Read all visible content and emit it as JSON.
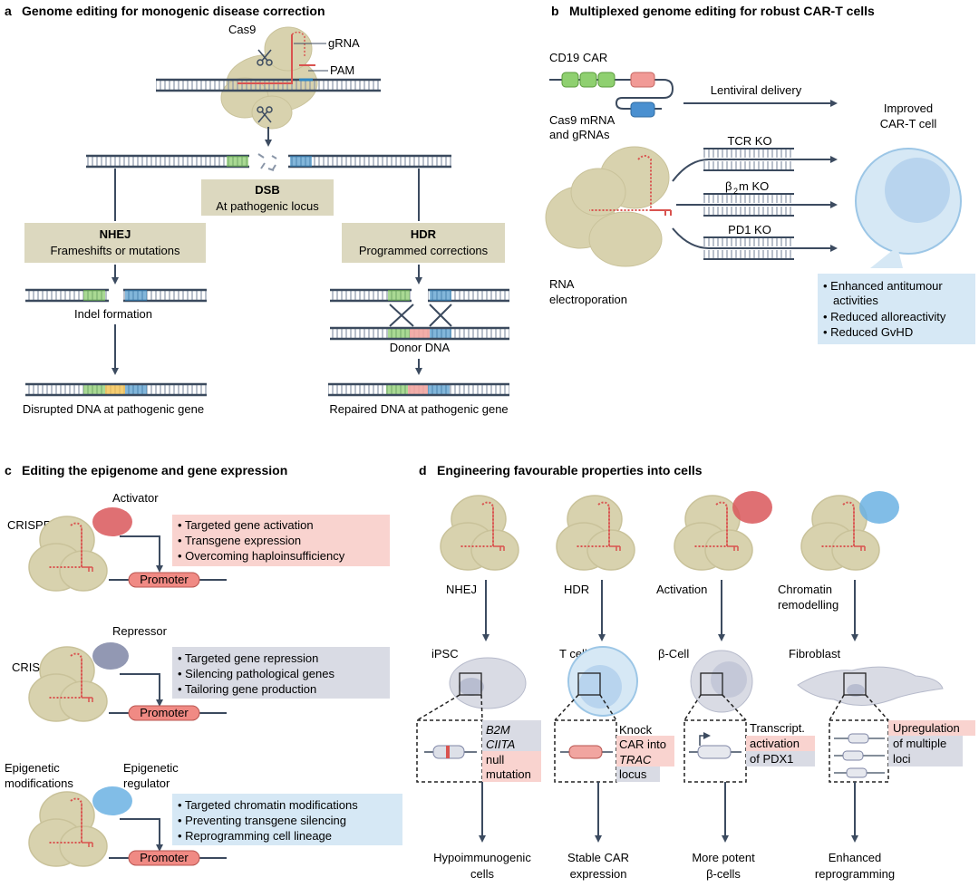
{
  "panels": {
    "a": {
      "letter": "a",
      "title": "Genome editing for monogenic disease correction",
      "labels": {
        "cas9": "Cas9",
        "grna": "gRNA",
        "pam": "PAM",
        "dsb_title": "DSB",
        "dsb_sub": "At pathogenic locus",
        "nhej_title": "NHEJ",
        "nhej_sub": "Frameshifts or mutations",
        "hdr_title": "HDR",
        "hdr_sub": "Programmed corrections",
        "indel": "Indel formation",
        "donor": "Donor DNA",
        "disrupted": "Disrupted DNA at pathogenic gene",
        "repaired": "Repaired DNA at pathogenic gene"
      }
    },
    "b": {
      "letter": "b",
      "title": "Multiplexed genome editing for robust CAR-T cells",
      "labels": {
        "cd19car": "CD19 CAR",
        "lentiviral": "Lentiviral delivery",
        "cas9mrna_1": "Cas9 mRNA",
        "cas9mrna_2": "and gRNAs",
        "tcr_ko": "TCR KO",
        "b2m_beta": "β",
        "b2m_sub": "2",
        "b2m_rest": "m KO",
        "pd1_ko": "PD1 KO",
        "rna_1": "RNA",
        "rna_2": "electroporation",
        "improved_1": "Improved",
        "improved_2": "CAR-T cell",
        "benefits": [
          "• Enhanced antitumour",
          "activities",
          "• Reduced alloreactivity",
          "• Reduced GvHD"
        ]
      }
    },
    "c": {
      "letter": "c",
      "title": "Editing the epigenome and gene expression",
      "labels": {
        "crispra": "CRISPRa",
        "activator": "Activator",
        "crispri": "CRISPRi",
        "repressor": "Repressor",
        "epimod_1": "Epigenetic",
        "epimod_2": "modifications",
        "epireg_1": "Epigenetic",
        "epireg_2": "regulator",
        "promoter": "Promoter",
        "box_a": [
          "• Targeted gene activation",
          "• Transgene expression",
          "• Overcoming haploinsufficiency"
        ],
        "box_i": [
          "• Targeted gene repression",
          "• Silencing pathological genes",
          "• Tailoring gene production"
        ],
        "box_e": [
          "• Targeted chromatin modifications",
          "• Preventing transgene silencing",
          "• Reprogramming cell lineage"
        ]
      }
    },
    "d": {
      "letter": "d",
      "title": "Engineering favourable properties into cells",
      "labels": {
        "nhej": "NHEJ",
        "hdr": "HDR",
        "activation": "Activation",
        "chromatin_1": "Chromatin",
        "chromatin_2": "remodelling",
        "ipsc": "iPSC",
        "tcell": "T cell",
        "bcell": "β-Cell",
        "fibroblast": "Fibroblast",
        "ipsc_notes": [
          "B2M",
          "CIITA",
          "null",
          "mutation"
        ],
        "tcell_notes": [
          "Knock",
          "CAR into",
          "TRAC",
          "locus"
        ],
        "bcell_notes": [
          "Transcript.",
          "activation",
          "of PDX1"
        ],
        "fibro_notes": [
          "Upregulation",
          "of multiple",
          "loci"
        ],
        "out_1a": "Hypoimmunogenic",
        "out_1b": "cells",
        "out_2a": "Stable CAR",
        "out_2b": "expression",
        "out_3a": "More potent",
        "out_3b": "β-cells",
        "out_4a": "Enhanced",
        "out_4b": "reprogramming"
      }
    }
  },
  "colors": {
    "cas9": "#d8d2ae",
    "cas9_stroke": "#c9c29a",
    "dna": "#3b4a5e",
    "arrow": "#3c4b60",
    "green": "#6fbf4b",
    "blue": "#2e86c1",
    "red": "#d9534f",
    "yellow": "#f2c14e",
    "pink": "#f1a5a0",
    "box_beige": "#dcd8bf",
    "box_pink": "#f9d3cf",
    "box_grey": "#d9dbe4",
    "box_blue": "#d6e8f5",
    "activator": "#d9575a",
    "repressor": "#7f86a6",
    "epireg": "#6bb2e3"
  }
}
